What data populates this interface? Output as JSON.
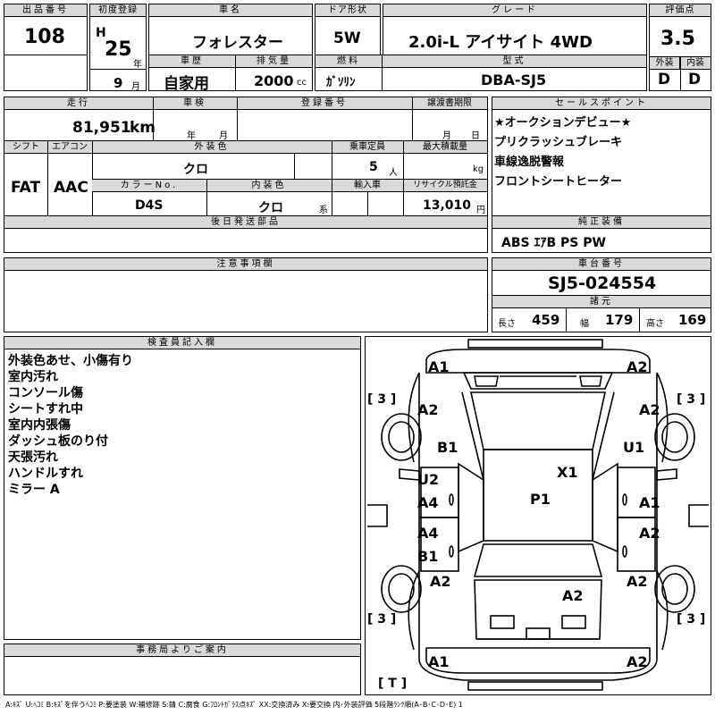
{
  "header": {
    "lot_label": "出品番号",
    "lot_value": "108",
    "reg_label": "初度登録",
    "era": "H",
    "year": "25",
    "year_unit": "年",
    "month": "9",
    "month_unit": "月",
    "name_label": "車名",
    "name_value": "フォレスター",
    "door_label": "ドア形状",
    "door_value": "5W",
    "grade_label": "グレード",
    "grade_value": "2.0i-L アイサイト 4WD",
    "score_label": "評価点",
    "score_value": "3.5",
    "history_label": "車歴",
    "history_value": "自家用",
    "disp_label": "排気量",
    "disp_value": "2000",
    "disp_unit": "cc",
    "fuel_label": "燃料",
    "fuel_value": "ｶﾞｿﾘﾝ",
    "model_label": "型式",
    "model_value": "DBA-SJ5",
    "ext_label": "外装",
    "ext_value": "D",
    "int_label": "内装",
    "int_value": "D"
  },
  "info": {
    "mileage_label": "走行",
    "mileage_value": "81,951",
    "mileage_unit": "km",
    "inspect_label": "車検",
    "inspect_year": "年",
    "inspect_month": "月",
    "regno_label": "登録番号",
    "transfer_label": "譲渡書期限",
    "transfer_month": "月",
    "transfer_day": "日",
    "shift_label": "シフト",
    "shift_value": "FAT",
    "ac_label": "エアコン",
    "ac_value": "AAC",
    "color_label": "外装色",
    "color_value": "クロ",
    "capacity_label": "乗車定員",
    "capacity_value": "5",
    "capacity_unit": "人",
    "load_label": "最大積載量",
    "load_unit": "kg",
    "colorno_label": "カラーNo.",
    "colorno_value": "D4S",
    "intcolor_label": "内装色",
    "intcolor_value": "クロ",
    "intcolor_unit": "系",
    "import_label": "輸入車",
    "recycle_label": "リサイクル預託金",
    "recycle_value": "13,010",
    "recycle_unit": "円",
    "later_label": "後日発送部品"
  },
  "sales": {
    "label": "セールスポイント",
    "items": [
      "★オークションデビュー★",
      "プリクラッシュブレーキ",
      "車線逸脱警報",
      "フロントシートヒーター"
    ]
  },
  "equipment": {
    "label": "純正装備",
    "value": "ABS ｴｱB PS PW"
  },
  "notes": {
    "label": "注意事項欄"
  },
  "chassis": {
    "label": "車台番号",
    "value": "SJ5-024554",
    "spec_label": "諸元",
    "len_label": "長さ",
    "len_value": "459",
    "wid_label": "幅",
    "wid_value": "179",
    "hgt_label": "高さ",
    "hgt_value": "169"
  },
  "inspector": {
    "label": "検査員記入欄",
    "lines": [
      "外装色あせ、小傷有り",
      "室内汚れ",
      "コンソール傷",
      "シートすれ中",
      "室内内張傷",
      "ダッシュ板のり付",
      "天張汚れ",
      "ハンドルすれ",
      "ミラー A"
    ]
  },
  "office": {
    "label": "事務局よりご案内"
  },
  "diagram": {
    "front_left": "A1",
    "front_right": "A2",
    "tyre_fl": "[ 3 ]",
    "tyre_fr": "[ 3 ]",
    "fender_fl": "A2",
    "fender_fr": "A2",
    "door_fl": "B1",
    "door_fr": "U1",
    "pillar": "X1",
    "door_rl_top": "U2",
    "door_rl_bottom": "A4",
    "door_rr": "A1",
    "roof": "P1",
    "door_rl2_top": "A4",
    "door_rl2_bottom": "B1",
    "door_rr2": "A2",
    "rfender_l": "A2",
    "rfender_r": "A2",
    "trunk": "A2",
    "tyre_rl": "[ 3 ]",
    "tyre_rr": "[ 3 ]",
    "rear_left": "A1",
    "rear_right": "A2",
    "spare": "[ T ]"
  },
  "legend": "A:ｷｽﾞ U:ﾍｺﾐ B:ｷｽﾞを伴うﾍｺﾐ P:要塗装 W:補修跡 S:錆 C:腐食 G:ﾌﾛﾝﾄｶﾞﾗｽ点ｷｽﾞ XX:交換済み X:要交換 内･外装評価 5段階ﾗﾝｸ順(A･B･C･D･E) 1"
}
